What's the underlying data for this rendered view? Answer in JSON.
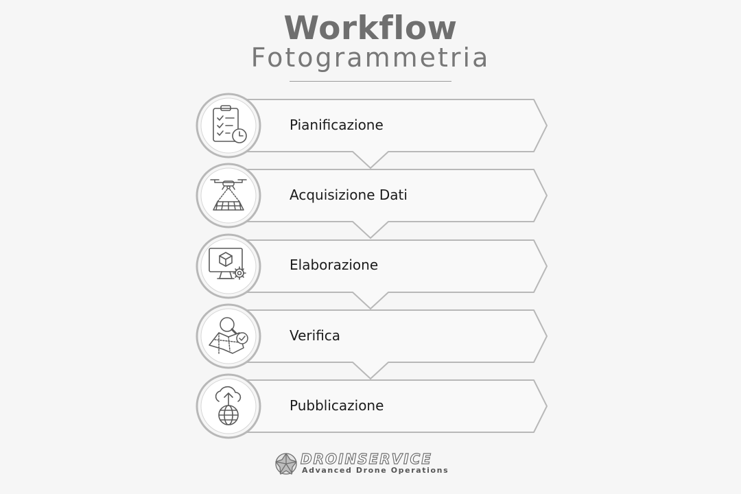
{
  "header": {
    "title": "Workflow",
    "subtitle": "Fotogrammetria"
  },
  "steps": [
    {
      "label": "Pianificazione",
      "icon": "clipboard-checklist-clock-icon"
    },
    {
      "label": "Acquisizione Dati",
      "icon": "drone-grid-scan-icon"
    },
    {
      "label": "Elaborazione",
      "icon": "monitor-3d-gear-icon"
    },
    {
      "label": "Verifica",
      "icon": "map-magnifier-check-icon"
    },
    {
      "label": "Pubblicazione",
      "icon": "cloud-upload-globe-icon"
    }
  ],
  "brand": {
    "name": "DROINSERVICE",
    "tagline": "Advanced Drone Operations",
    "logo_icon": "faceted-sphere-logo-icon"
  },
  "colors": {
    "background": "#f6f6f6",
    "outline": "#b8b8b8",
    "icon_stroke": "#5a5a5a",
    "label": "#1b1b1b"
  }
}
